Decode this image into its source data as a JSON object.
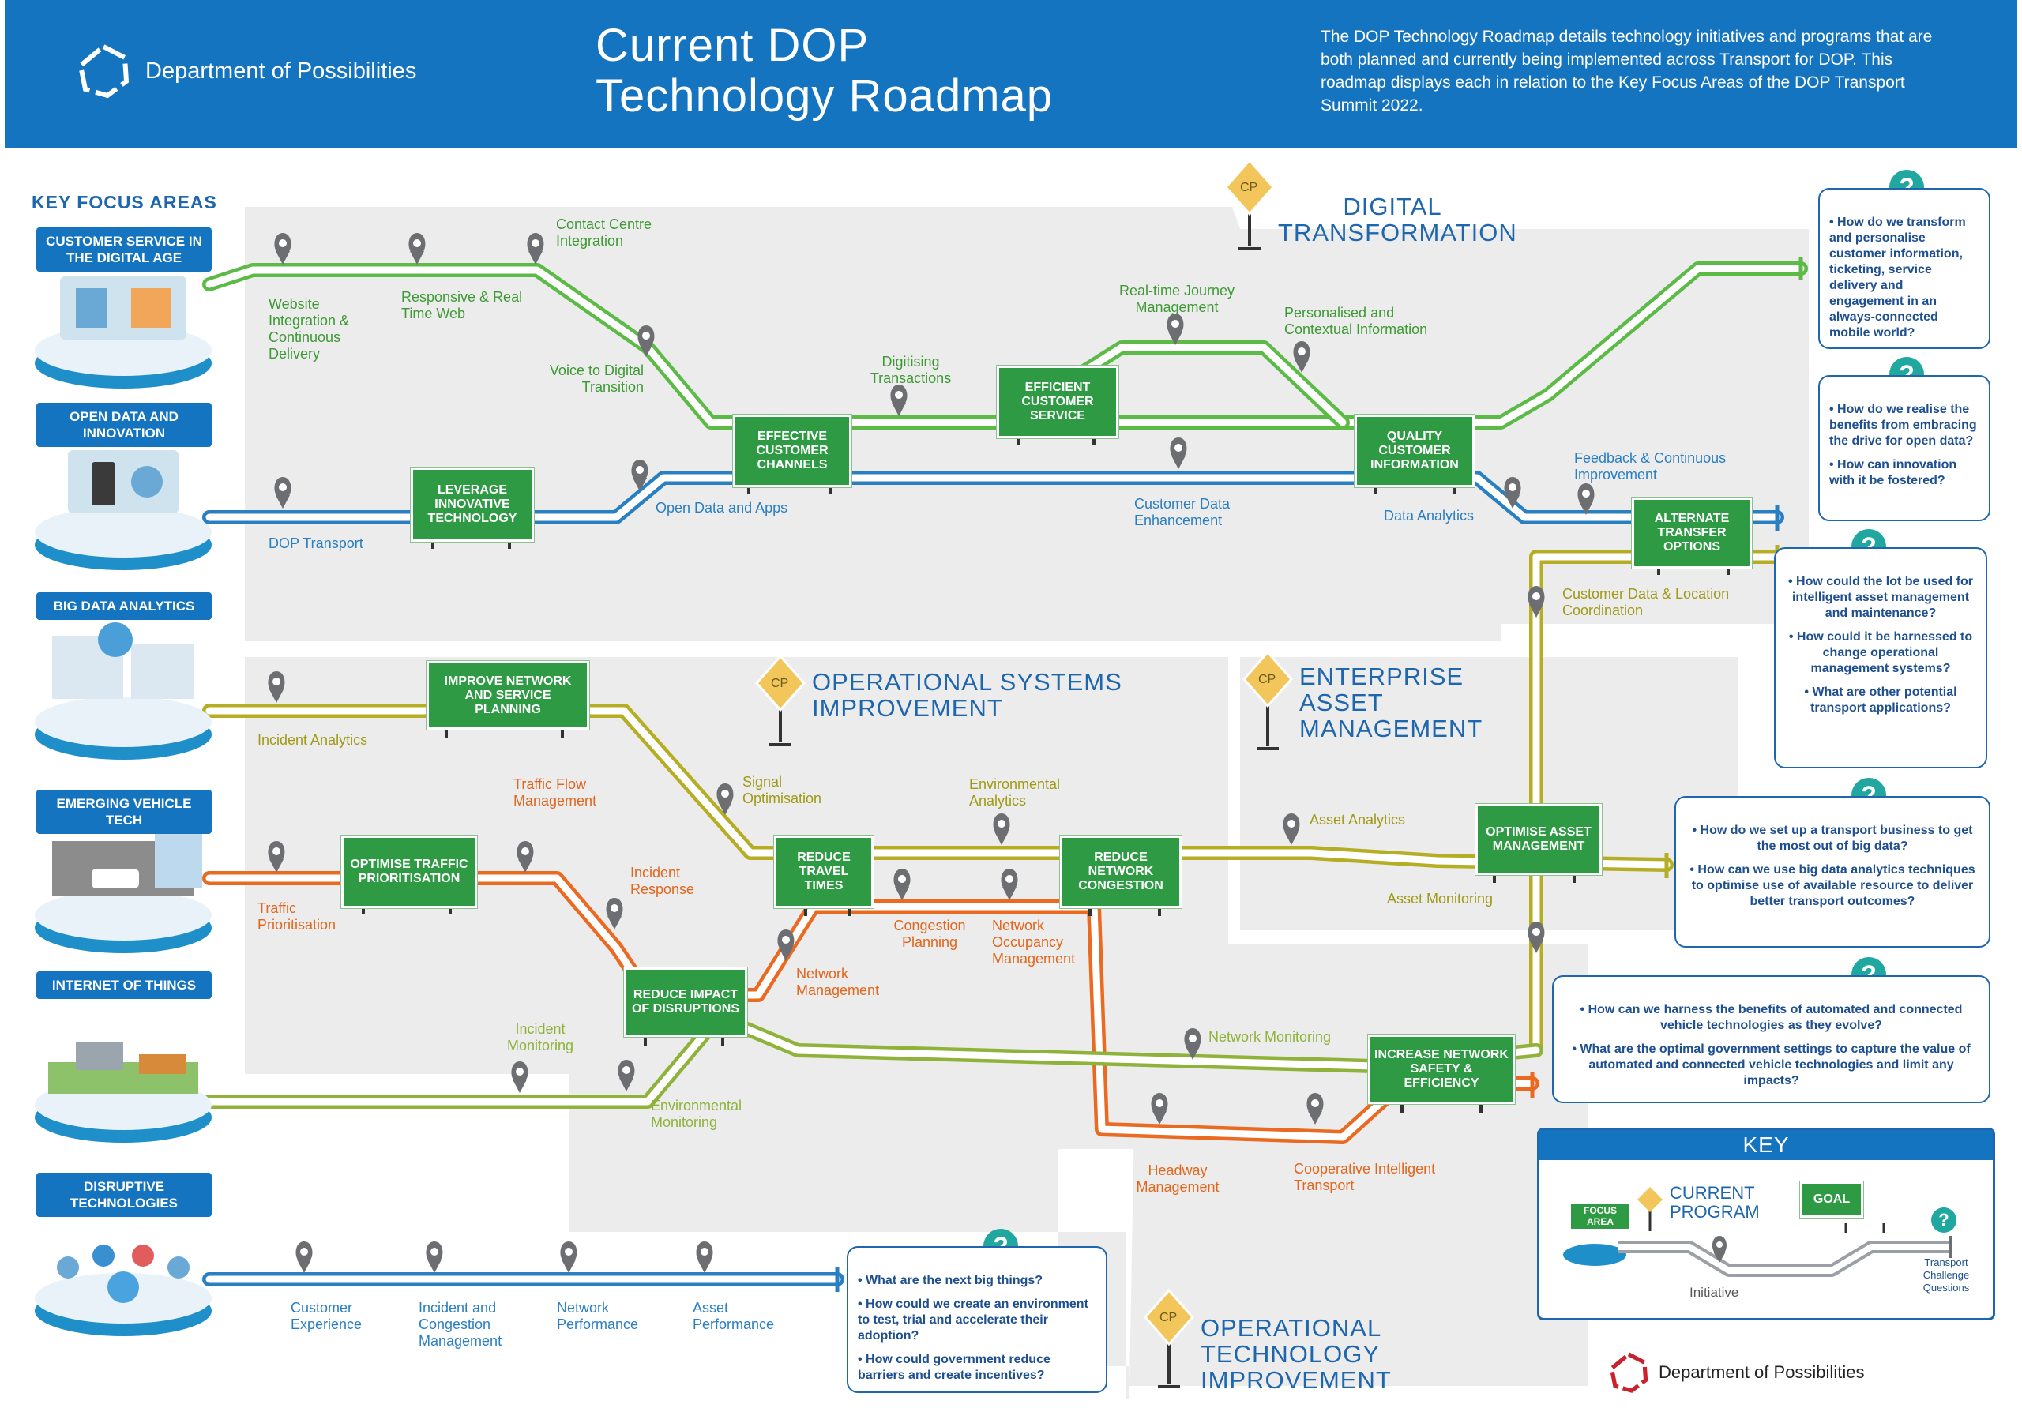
{
  "header": {
    "brand": "Department of Possibilities",
    "title_line1": "Current DOP",
    "title_line2": "Technology Roadmap",
    "intro": "The DOP Technology Roadmap details technology initiatives and programs that are both planned and currently being implemented across Transport for DOP. This roadmap displays each in relation to the Key Focus Areas of the DOP Transport Summit 2022."
  },
  "key_focus_areas": {
    "title": "KEY FOCUS AREAS",
    "items": [
      "CUSTOMER SERVICE IN THE DIGITAL AGE",
      "OPEN DATA AND INNOVATION",
      "BIG DATA ANALYTICS",
      "EMERGING VEHICLE TECH",
      "INTERNET OF THINGS",
      "DISRUPTIVE TECHNOLOGIES"
    ]
  },
  "programs": {
    "cp_badge": "CP",
    "digital": [
      "DIGITAL",
      "TRANSFORMATION"
    ],
    "operational_systems": [
      "OPERATIONAL SYSTEMS",
      "IMPROVEMENT"
    ],
    "enterprise_asset": [
      "ENTERPRISE",
      "ASSET",
      "MANAGEMENT"
    ],
    "operational_technology": [
      "OPERATIONAL",
      "TECHNOLOGY",
      "IMPROVEMENT"
    ]
  },
  "goals": {
    "leverage": "LEVERAGE INNOVATIVE TECHNOLOGY",
    "effective": "EFFECTIVE CUSTOMER CHANNELS",
    "efficient": "EFFICIENT CUSTOMER SERVICE",
    "quality": "QUALITY CUSTOMER INFORMATION",
    "alternate": "ALTERNATE TRANSFER OPTIONS",
    "improve": "IMPROVE NETWORK AND SERVICE PLANNING",
    "optimise_traffic": "OPTIMISE TRAFFIC PRIORITISATION",
    "reduce_travel": "REDUCE TRAVEL TIMES",
    "reduce_congestion": "REDUCE NETWORK CONGESTION",
    "optimise_asset": "OPTIMISE ASSET MANAGEMENT",
    "reduce_impact": "REDUCE IMPACT OF DISRUPTIONS",
    "increase_safety": "INCREASE NETWORK SAFETY & EFFICIENCY"
  },
  "initiatives": {
    "website": "Website Integration & Continuous Delivery",
    "responsive": "Responsive & Real Time Web",
    "contact_centre": "Contact Centre Integration",
    "voice": "Voice to Digital Transition",
    "digitising": "Digitising Transactions",
    "realtime": "Real-time Journey Management",
    "personalised": "Personalised and Contextual Information",
    "dop_transport": "DOP Transport",
    "open_data": "Open Data and Apps",
    "customer_data_enh": "Customer Data Enhancement",
    "data_analytics": "Data Analytics",
    "feedback": "Feedback & Continuous Improvement",
    "customer_data_loc": "Customer Data & Location Coordination",
    "incident_analytics": "Incident Analytics",
    "signal": "Signal Optimisation",
    "environmental_analytics": "Environmental Analytics",
    "asset_analytics": "Asset Analytics",
    "asset_monitoring": "Asset Monitoring",
    "traffic_flow": "Traffic Flow Management",
    "traffic_prioritisation": "Traffic Prioritisation",
    "incident_response": "Incident Response",
    "congestion_planning": "Congestion Planning",
    "network_occupancy": "Network Occupancy Management",
    "network_management": "Network Management",
    "incident_monitoring": "Incident Monitoring",
    "environmental_monitoring": "Environmental Monitoring",
    "network_monitoring": "Network Monitoring",
    "headway": "Headway Management",
    "cooperative": "Cooperative Intelligent Transport",
    "customer_experience": "Customer Experience",
    "incident_congestion": "Incident and Congestion Management",
    "network_performance": "Network Performance",
    "asset_performance": "Asset Performance"
  },
  "questions": {
    "q_icon": "?",
    "q1": [
      "• How do we transform and personalise customer information, ticketing, service delivery and engagement in an always-connected mobile world?"
    ],
    "q2": [
      "• How do we realise the benefits from embracing the drive for open data?",
      "• How can innovation with it be fostered?"
    ],
    "q3": [
      "• How could the Iot be used for intelligent asset management and maintenance?",
      "• How could it be harnessed to change operational management systems?",
      "• What are other potential transport applications?"
    ],
    "q4": [
      "• How do we set up a transport business to get the most out of big data?",
      "• How can we use big data analytics techniques to optimise use of available resource to deliver better transport outcomes?"
    ],
    "q5": [
      "• How can we harness the benefits of automated and connected vehicle technologies as they evolve?",
      "• What are the optimal government settings to capture the value of automated and connected vehicle technologies and limit any impacts?"
    ],
    "q6": [
      "• What are the next big things?",
      "• How could we create an environment to test, trial and accelerate their adoption?",
      "• How could government reduce barriers and create incentives?"
    ]
  },
  "key": {
    "title": "KEY",
    "focus_area": "FOCUS AREA",
    "current_program": "CURRENT PROGRAM",
    "goal": "GOAL",
    "initiative": "Initiative",
    "challenge": "Transport Challenge Questions"
  },
  "footer": {
    "brand": "Department of Possibilities"
  },
  "colors": {
    "header_blue": "#1474bf",
    "digital_line": "#5cba47",
    "open_data_line": "#2a7fc1",
    "big_data_line": "#b5ae25",
    "vehicle_line": "#ea6a21",
    "iot_line": "#8fb33a",
    "disruptive_line": "#2a7fc1",
    "goal_green": "#2e9a44"
  }
}
